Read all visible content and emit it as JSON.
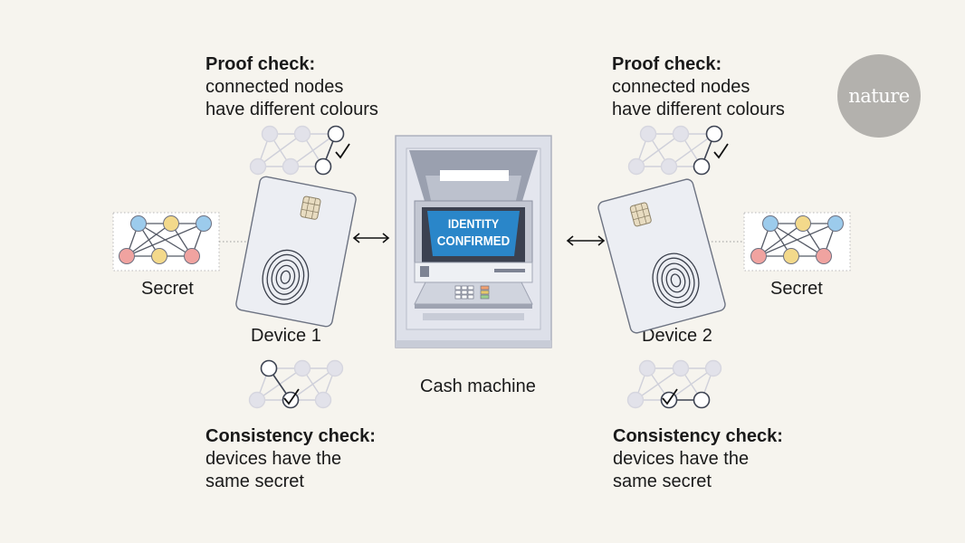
{
  "left": {
    "proof_title": "Proof check:",
    "proof_line1": "connected nodes",
    "proof_line2": "have different colours",
    "secret_label": "Secret",
    "device_label": "Device 1",
    "consistency_title": "Consistency check:",
    "consistency_line1": "devices have the",
    "consistency_line2": "same secret"
  },
  "right": {
    "proof_title": "Proof check:",
    "proof_line1": "connected nodes",
    "proof_line2": "have different colours",
    "secret_label": "Secret",
    "device_label": "Device 2",
    "consistency_title": "Consistency check:",
    "consistency_line1": "devices have the",
    "consistency_line2": "same secret"
  },
  "atm": {
    "label": "Cash machine",
    "screen_line1": "IDENTITY",
    "screen_line2": "CONFIRMED"
  },
  "brand": {
    "logo_text": "nature"
  },
  "colors": {
    "background": "#f6f4ee",
    "node_blue": "#9ccbec",
    "node_yellow": "#f3d98b",
    "node_red": "#f0a3a0",
    "node_grey": "#e2e2ea",
    "screen_blue": "#2a86c9"
  }
}
